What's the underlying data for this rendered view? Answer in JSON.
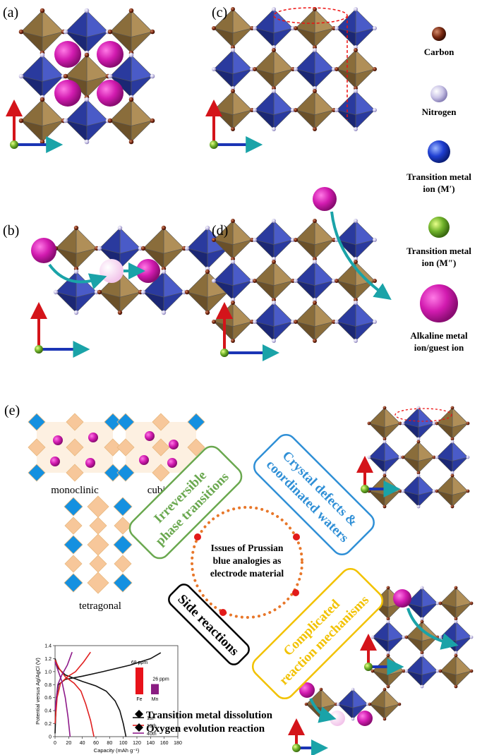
{
  "panels": {
    "a": "(a)",
    "b": "(b)",
    "c": "(c)",
    "d": "(d)",
    "e": "(e)"
  },
  "legend": [
    {
      "label": "Carbon",
      "color": "#7a2a12"
    },
    {
      "label": "Nitrogen",
      "color": "#c9c3e6"
    },
    {
      "label": "Transition metal ion (M′)",
      "line1": "Transition metal",
      "line2": "ion (M′)",
      "color": "#1f3fd1"
    },
    {
      "label": "Transition metal ion (M″)",
      "line1": "Transition metal",
      "line2": "ion (M″)",
      "color": "#6fb22a"
    },
    {
      "label": "Alkaline metal ion/guest ion",
      "line1": "Alkaline metal",
      "line2": "ion/guest ion",
      "color": "#d21bb0"
    }
  ],
  "phases": {
    "monoclinic": "monoclinic",
    "cubic": "cubic",
    "tetragonal": "tetragonal"
  },
  "issues": {
    "center_line1": "Issues of Prussian",
    "center_line2": "blue analogies as",
    "center_line3": "electrode material",
    "phase_line1": "Irreversible",
    "phase_line2": "phase transitions",
    "defects_line1": "Crystal defects &",
    "defects_line2": "coordinated waters",
    "side": "Side reactions",
    "mech_line1": "Complicated",
    "mech_line2": "reaction mechanisms",
    "bullet1": "Transition metal dissolution",
    "bullet2": "Oxygen evolution reaction"
  },
  "colors": {
    "phase_box": "#6aa84f",
    "defect_box": "#2f8fd6",
    "mech_box": "#f2c200",
    "side_box": "#000000",
    "dots": "#e8772a"
  },
  "chart_data": {
    "type": "line",
    "xlabel": "Capacity (mAh g⁻¹)",
    "ylabel": "Potential versus Ag/AgCl (V)",
    "xlim": [
      0,
      180
    ],
    "ylim": [
      0,
      1.4
    ],
    "xticks": [
      "0",
      "20",
      "40",
      "60",
      "80",
      "100",
      "120",
      "140",
      "160",
      "180"
    ],
    "yticks": [
      "0",
      "0.2",
      "0.4",
      "0.6",
      "0.8",
      "1.0",
      "1.2",
      "1.4"
    ],
    "legend_position": "bottom-right",
    "series": [
      {
        "name": "1st",
        "color": "#111111",
        "charge": [
          [
            0,
            0.05
          ],
          [
            2,
            0.6
          ],
          [
            5,
            0.8
          ],
          [
            15,
            0.88
          ],
          [
            40,
            0.93
          ],
          [
            70,
            1.0
          ],
          [
            110,
            1.1
          ],
          [
            140,
            1.2
          ],
          [
            155,
            1.29
          ]
        ],
        "discharge": [
          [
            0,
            1.2
          ],
          [
            5,
            1.05
          ],
          [
            15,
            0.95
          ],
          [
            40,
            0.85
          ],
          [
            60,
            0.78
          ],
          [
            75,
            0.7
          ],
          [
            88,
            0.55
          ],
          [
            95,
            0.4
          ],
          [
            100,
            0.2
          ],
          [
            104,
            0.0
          ]
        ]
      },
      {
        "name": "10th",
        "color": "#e02020",
        "charge": [
          [
            0,
            0.2
          ],
          [
            3,
            0.6
          ],
          [
            8,
            0.82
          ],
          [
            18,
            0.92
          ],
          [
            30,
            1.0
          ],
          [
            42,
            1.15
          ],
          [
            52,
            1.3
          ]
        ],
        "discharge": [
          [
            0,
            1.18
          ],
          [
            6,
            1.05
          ],
          [
            15,
            0.92
          ],
          [
            28,
            0.82
          ],
          [
            38,
            0.7
          ],
          [
            45,
            0.5
          ],
          [
            52,
            0.25
          ],
          [
            57,
            0.0
          ]
        ]
      },
      {
        "name": "40th",
        "color": "#8e1a8a",
        "charge": [
          [
            0,
            0.4
          ],
          [
            4,
            0.8
          ],
          [
            10,
            0.95
          ],
          [
            18,
            1.1
          ],
          [
            25,
            1.3
          ]
        ],
        "discharge": [
          [
            0,
            1.15
          ],
          [
            5,
            1.0
          ],
          [
            10,
            0.85
          ],
          [
            15,
            0.6
          ],
          [
            19,
            0.3
          ],
          [
            22,
            0.0
          ]
        ]
      }
    ],
    "inset": {
      "type": "bar",
      "categories": [
        "Fe",
        "Mn"
      ],
      "values": [
        68,
        26
      ],
      "labels": [
        "68 ppm",
        "26 ppm"
      ],
      "colors": [
        "#e8121a",
        "#8a1d82"
      ]
    }
  }
}
